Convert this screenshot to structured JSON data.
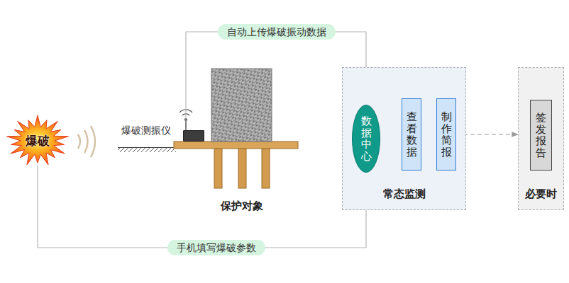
{
  "diagram": {
    "nodes": [
      {
        "text": [
          "爆破"
        ]
      },
      {
        "text": [
          "爆破测振仪"
        ]
      },
      {
        "text": [
          "保护对象"
        ]
      },
      {
        "text": [
          "常态监测"
        ]
      },
      {
        "text": [
          "数据中心"
        ],
        "in": 3
      },
      {
        "text": [
          "查看数据"
        ],
        "in": 3
      },
      {
        "text": [
          "制作简报"
        ],
        "in": 3
      },
      {
        "text": [
          "必要时"
        ]
      },
      {
        "text": [
          "签发报告"
        ],
        "in": 7
      }
    ],
    "edges": [
      {
        "from": 0,
        "to": 4,
        "label": "手机填写爆破参数",
        "arrow": "to"
      },
      {
        "from": 1,
        "to": 4,
        "label": "自动上传爆破振动数据",
        "arrow": "to"
      },
      {
        "from": 4,
        "to": 5,
        "arrow": "to"
      },
      {
        "from": 5,
        "to": 6,
        "arrow": "to"
      },
      {
        "from": 6,
        "to": 7,
        "arrow": "to"
      }
    ]
  }
}
